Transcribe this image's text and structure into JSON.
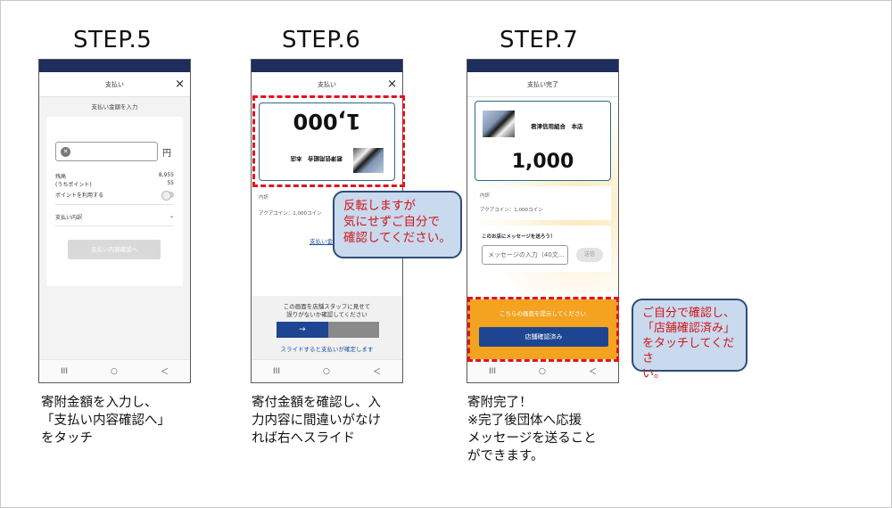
{
  "steps": [
    {
      "title": "STEP.5",
      "caption": "寄附金額を入力し、\n「支払い内容確認へ」\nをタッチ",
      "screen": {
        "header": "支払い",
        "close_icon": "×",
        "subheader": "支払い金額を入力",
        "amount_input_value": "",
        "currency": "円",
        "balance_label": "残高",
        "balance_value": "8,955",
        "points_label": "(うちポイント)",
        "points_value": "55",
        "use_points_label": "ポイントを利用する",
        "details_label": "支払い内訳",
        "confirm_button": "支払い内容確認へ"
      }
    },
    {
      "title": "STEP.6",
      "caption": "寄付金額を確認し、入\n力内容に間違いがなけ\nれば右へスライド",
      "screen": {
        "header": "支払い",
        "close_icon": "×",
        "amount": "1,000",
        "store_name": "君津信用組合　本店",
        "detail_label": "内訳",
        "detail_value": "アクアコイン：1,000コイン",
        "link_text": "支払い金額を",
        "instruction": "この画面を店舗スタッフに見せて\n誤りがないか確認してください",
        "slider_arrow": "→",
        "slide_text": "スライドすると支払いが確定します"
      },
      "callout": "反転しますが\n気にせずご自分で\n確認してください。"
    },
    {
      "title": "STEP.7",
      "caption": "寄附完了！\n※完了後団体へ応援\nメッセージを送ること\nができます。",
      "screen": {
        "header": "支払い完了",
        "store_name": "君津信用組合　本店",
        "amount": "1,000",
        "detail_label": "内訳",
        "detail_value": "アクアコイン：1,000コイン",
        "message_title": "このお店にメッセージを送ろう！",
        "message_placeholder": "メッセージの入力（40文...",
        "send_button": "送信",
        "staff_prompt": "こちらの画面を提示してください",
        "store_confirmed_button": "店舗確認済み"
      },
      "callout": "ご自分で確認し、\n「店舗確認済み」\nをタッチしてくださ\nい。"
    }
  ],
  "navbar": {
    "recent": "III",
    "home": "○",
    "back": "＜"
  },
  "colors": {
    "header_bar": "#1d2d5c",
    "primary_button": "#1d4592",
    "highlight": "#e0141f",
    "callout_bg": "#c9d9ee",
    "success_banner": "#f3a320"
  }
}
